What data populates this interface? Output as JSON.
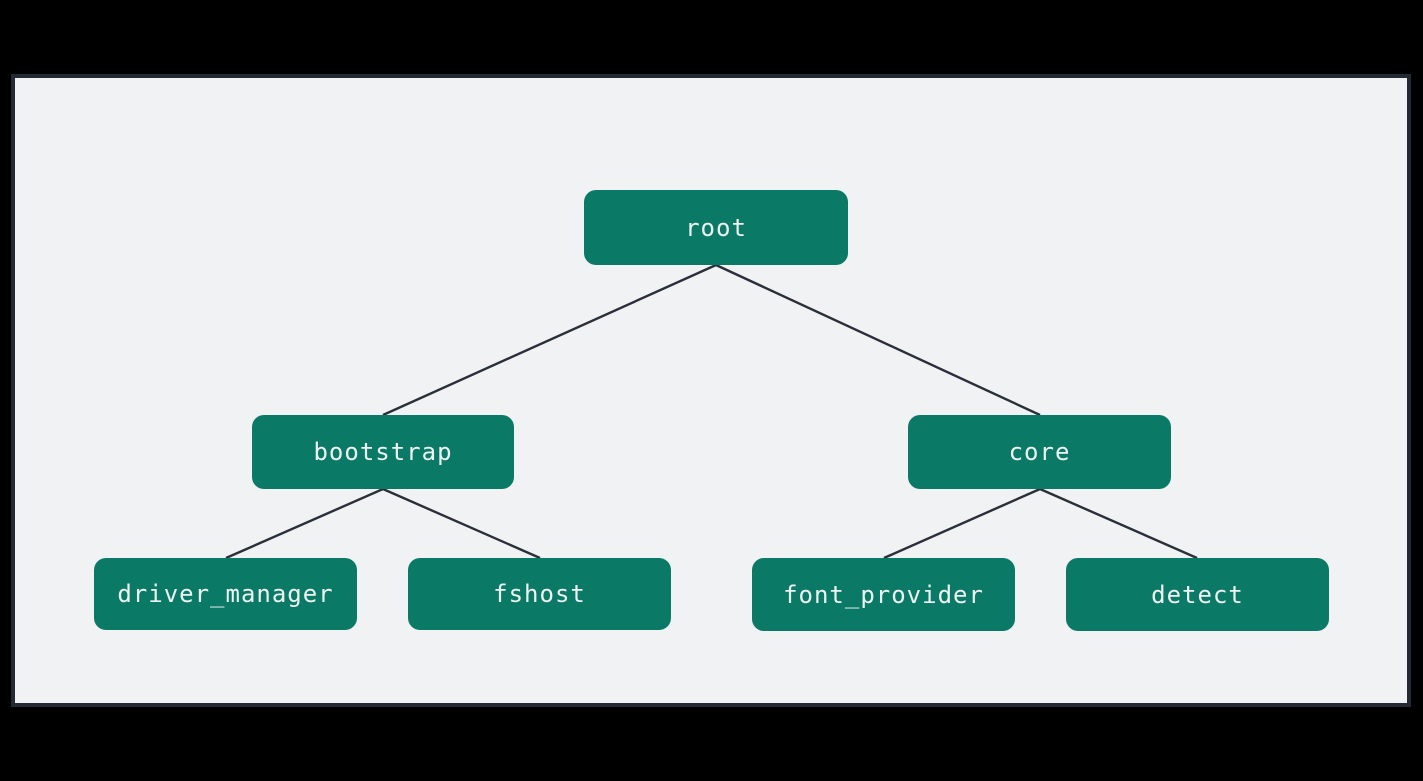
{
  "diagram": {
    "type": "tree",
    "nodes": [
      {
        "id": "root",
        "label": "root"
      },
      {
        "id": "bootstrap",
        "label": "bootstrap"
      },
      {
        "id": "core",
        "label": "core"
      },
      {
        "id": "driver_manager",
        "label": "driver_manager"
      },
      {
        "id": "fshost",
        "label": "fshost"
      },
      {
        "id": "font_provider",
        "label": "font_provider"
      },
      {
        "id": "detect",
        "label": "detect"
      }
    ],
    "edges": [
      {
        "from": "root",
        "to": "bootstrap"
      },
      {
        "from": "root",
        "to": "core"
      },
      {
        "from": "bootstrap",
        "to": "driver_manager"
      },
      {
        "from": "bootstrap",
        "to": "fshost"
      },
      {
        "from": "core",
        "to": "font_provider"
      },
      {
        "from": "core",
        "to": "detect"
      }
    ],
    "colors": {
      "node_fill": "#0a7a67",
      "node_text": "#eef3f2",
      "edge": "#2a3039",
      "canvas": "#f0f2f4",
      "frame_border": "#242a33",
      "outer_background": "#000000"
    }
  }
}
